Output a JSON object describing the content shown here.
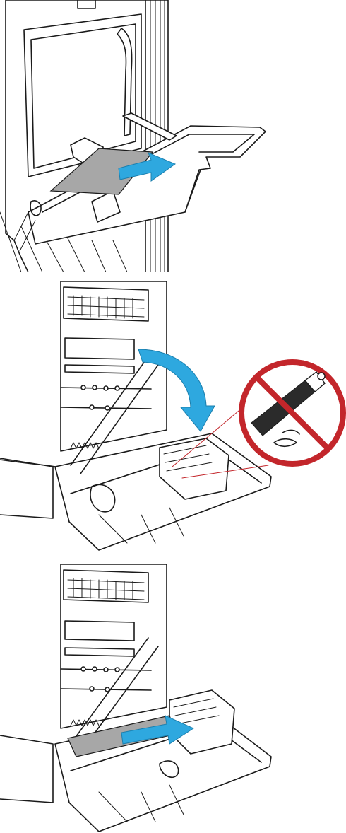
{
  "illustrations": [
    {
      "step": 1,
      "subject": "multipurpose-tray",
      "accent": "#2ea8df"
    },
    {
      "step": 2,
      "subject": "right-door-open",
      "accent": "#2ea8df",
      "warning": "#c3262b"
    },
    {
      "step": 3,
      "subject": "fuser-area",
      "accent": "#2ea8df"
    }
  ],
  "colors": {
    "arrow": "#2ea8df",
    "prohibition": "#c3262b",
    "paper": "#a7a7a7",
    "line": "#1a1a1a"
  },
  "icons": [
    "pull-arrow-icon",
    "curved-arrow-icon",
    "no-touch-icon"
  ]
}
